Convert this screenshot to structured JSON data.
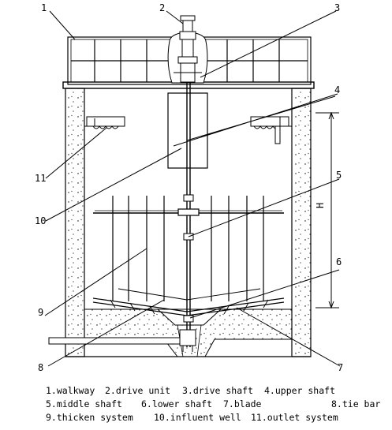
{
  "callouts": [
    {
      "num": "1"
    },
    {
      "num": "2"
    },
    {
      "num": "3"
    },
    {
      "num": "4"
    },
    {
      "num": "5"
    },
    {
      "num": "6"
    },
    {
      "num": "7"
    },
    {
      "num": "8"
    },
    {
      "num": "9"
    },
    {
      "num": "10"
    },
    {
      "num": "11"
    }
  ],
  "dimension_label": "H",
  "legend": [
    "1.walkway",
    "2.drive unit",
    "3.drive shaft",
    "4.upper shaft",
    "5.middle shaft",
    "6.lower shaft",
    "7.blade",
    "8.tie bar",
    "9.thicken system",
    "10.influent well",
    "11.outlet system"
  ],
  "colors": {
    "line": "#000000",
    "background": "#ffffff"
  }
}
